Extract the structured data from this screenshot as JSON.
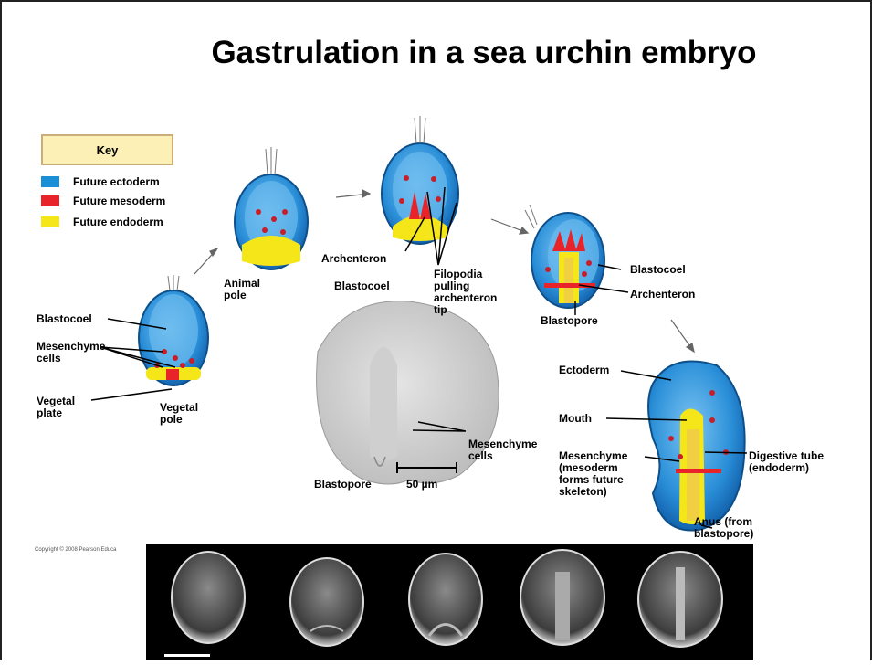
{
  "title": "Gastrulation in a sea urchin embryo",
  "key": {
    "heading": "Key",
    "items": [
      {
        "label": "Future ectoderm",
        "color": "#1b8fd6"
      },
      {
        "label": "Future mesoderm",
        "color": "#e8242a"
      },
      {
        "label": "Future endoderm",
        "color": "#f5e61a"
      }
    ]
  },
  "labels": {
    "blastocoel_1": "Blastocoel",
    "mesenchyme_cells_1": "Mesenchyme\ncells",
    "vegetal_plate": "Vegetal\nplate",
    "vegetal_pole": "Vegetal\npole",
    "animal_pole": "Animal\npole",
    "archenteron_1": "Archenteron",
    "filopodia": "Filopodia\npulling\narchenteron\ntip",
    "blastocoel_2": "Blastocoel",
    "blastocoel_3": "Blastocoel",
    "archenteron_2": "Archenteron",
    "blastopore_1": "Blastopore",
    "mesenchyme_cells_2": "Mesenchyme\ncells",
    "blastopore_2": "Blastopore",
    "scale": "50 µm",
    "ectoderm": "Ectoderm",
    "mouth": "Mouth",
    "mesenchyme_skeleton": "Mesenchyme\n(mesoderm\nforms future\nskeleton)",
    "digestive_tube": "Digestive tube\n(endoderm)",
    "anus": "Anus (from\nblastopore)"
  },
  "copyright": "Copyright © 2008 Pearson Educa"
}
